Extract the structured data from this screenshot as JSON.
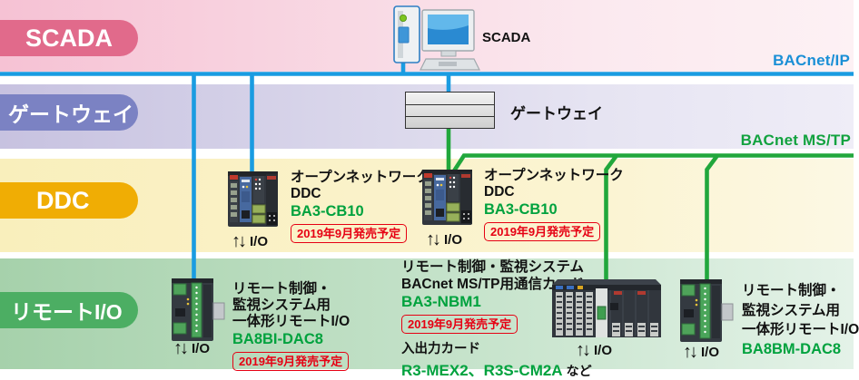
{
  "lanes": {
    "scada": {
      "label": "SCADA"
    },
    "gateway": {
      "label": "ゲートウェイ"
    },
    "ddc": {
      "label": "DDC"
    },
    "remote_io": {
      "label": "リモートI/O"
    }
  },
  "buses": {
    "bacnet_ip": {
      "label": "BACnet/IP"
    },
    "bacnet_mstp": {
      "label": "BACnet MS/TP"
    }
  },
  "nodes": {
    "scada_pc": {
      "label": "SCADA"
    },
    "gateway": {
      "label": "ゲートウェイ"
    },
    "ddc1": {
      "desc": [
        "オープンネットワーク",
        "DDC"
      ],
      "model": "BA3-CB10",
      "release": "2019年9月発売予定",
      "io_arrows": "↑↓",
      "io_label": "I/O"
    },
    "ddc2": {
      "desc": [
        "オープンネットワーク",
        "DDC"
      ],
      "model": "BA3-CB10",
      "release": "2019年9月発売予定",
      "io_arrows": "↑↓",
      "io_label": "I/O"
    },
    "remote_left": {
      "desc": [
        "リモート制御・",
        "監視システム用",
        "一体形リモートI/O"
      ],
      "model": "BA8BI-DAC8",
      "release": "2019年9月発売予定",
      "io_arrows": "↑↓",
      "io_label": "I/O"
    },
    "remote_mid": {
      "desc": [
        "リモート制御・監視システム",
        "BACnet MS/TP用通信カード"
      ],
      "model": "BA3-NBM1",
      "release": "2019年9月発売予定",
      "cards_label": "入出力カード",
      "cards_models": "R3-MEX2、R3S-CM2A",
      "cards_suffix": "など",
      "io_arrows": "↑↓",
      "io_label": "I/O"
    },
    "remote_right": {
      "desc": [
        "リモート制御・",
        "監視システム用",
        "一体形リモートI/O"
      ],
      "model": "BA8BM-DAC8",
      "io_arrows": "↑↓",
      "io_label": "I/O"
    }
  },
  "colors": {
    "bacnet_ip_blue": "#1a9ce1",
    "bacnet_mstp_green": "#21a73c",
    "model_green": "#00a23e",
    "release_red": "#e60013",
    "pill_scada": "#e16a8b",
    "pill_gateway": "#7b82c3",
    "pill_ddc": "#f0ad04",
    "pill_remote_io": "#4cae63"
  }
}
